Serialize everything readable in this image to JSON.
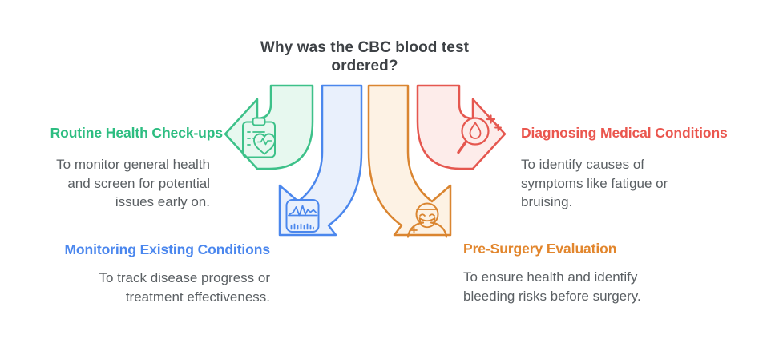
{
  "title": {
    "line1": "Why was the CBC blood test",
    "line2": "ordered?"
  },
  "sections": {
    "routine": {
      "heading": "Routine Health Check-ups",
      "body_lines": [
        "To monitor general health",
        "and screen for potential",
        "issues early on."
      ],
      "color": "#2dbd81",
      "arrow_fill": "#e7f8ef",
      "arrow_stroke": "#3dc189",
      "icon": "clipboard-heart-icon",
      "arrow_direction": "left"
    },
    "diagnosing": {
      "heading": "Diagnosing Medical Conditions",
      "body_lines": [
        "To identify causes of",
        "symptoms like fatigue or",
        "bruising."
      ],
      "color": "#ea564e",
      "arrow_fill": "#fdecea",
      "arrow_stroke": "#e5574f",
      "icon": "blood-drop-magnifier-icon",
      "arrow_direction": "right"
    },
    "monitoring": {
      "heading": "Monitoring Existing Conditions",
      "body_lines": [
        "To track disease progress or",
        "treatment effectiveness."
      ],
      "color": "#4b87ee",
      "arrow_fill": "#e9f0fc",
      "arrow_stroke": "#4b87ed",
      "icon": "vitals-monitor-icon",
      "arrow_direction": "down-left"
    },
    "presurgery": {
      "heading": "Pre-Surgery Evaluation",
      "body_lines": [
        "To ensure health and identify",
        "bleeding risks before surgery."
      ],
      "color": "#e2862d",
      "arrow_fill": "#fdf2e4",
      "arrow_stroke": "#da8530",
      "icon": "surgeon-icon",
      "arrow_direction": "down-right"
    }
  },
  "text_colors": {
    "title": "#3d4145",
    "body": "#5a5f63"
  }
}
